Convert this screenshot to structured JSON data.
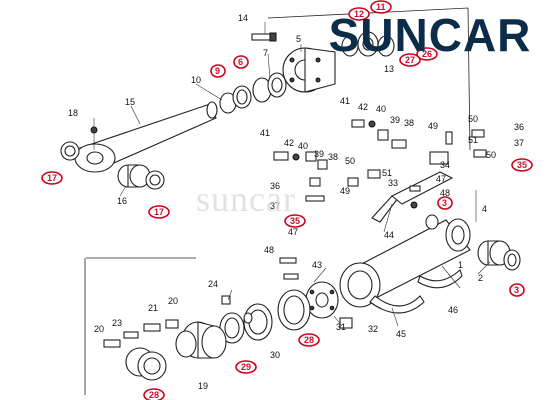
{
  "brand": {
    "logo_text": "SUNCAR",
    "watermark": "suncar",
    "logo_color": "#0b2d4a",
    "accent_color": "#e8862a"
  },
  "highlight_color": "#d0021b",
  "labels": {
    "n1": "1",
    "n2": "2",
    "n3a": "3",
    "n3b": "3",
    "n4": "4",
    "n5": "5",
    "n7": "7",
    "n9": "9",
    "n6": "6",
    "n10": "10",
    "n11": "11",
    "n12": "12",
    "n13": "13",
    "n14": "14",
    "n15": "15",
    "n16": "16",
    "n17a": "17",
    "n17b": "17",
    "n18": "18",
    "n19": "19",
    "n20a": "20",
    "n20b": "20",
    "n21": "21",
    "n23": "23",
    "n24": "24",
    "n26": "26",
    "n27": "27",
    "n28a": "28",
    "n28b": "28",
    "n29": "29",
    "n30": "30",
    "n31": "31",
    "n32": "32",
    "n33": "33",
    "n34": "34",
    "n35a": "35",
    "n35b": "35",
    "n36a": "36",
    "n36b": "36",
    "n37a": "37",
    "n37b": "37",
    "n38a": "38",
    "n38b": "38",
    "n39a": "39",
    "n39b": "39",
    "n40a": "40",
    "n40b": "40",
    "n41a": "41",
    "n41b": "41",
    "n42a": "42",
    "n42b": "42",
    "n43": "43",
    "n44": "44",
    "n45": "45",
    "n46": "46",
    "n47a": "47",
    "n47b": "47",
    "n48a": "48",
    "n48b": "48",
    "n49": "49",
    "n50a": "50",
    "n50b": "50",
    "n51a": "51",
    "n51b": "51"
  }
}
